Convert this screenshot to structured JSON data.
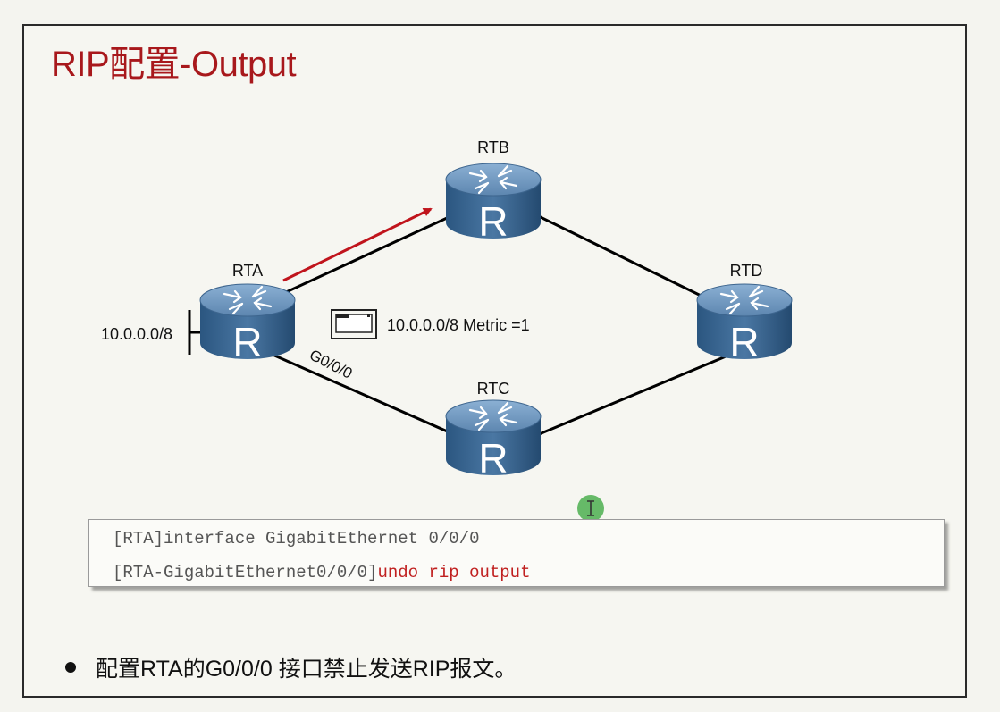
{
  "title": "RIP配置-Output",
  "routers": {
    "rta": "RTA",
    "rtb": "RTB",
    "rtc": "RTC",
    "rtd": "RTD",
    "glyph": "R"
  },
  "network_label": "10.0.0.0/8",
  "interface_label": "G0/0/0",
  "update_label": "10.0.0.0/8 Metric =1",
  "commands": [
    {
      "text": "[RTA]interface GigabitEthernet 0/0/0",
      "highlight": ""
    },
    {
      "text": "[RTA-GigabitEthernet0/0/0]",
      "highlight": "undo rip output"
    }
  ],
  "bullet": "配置RTA的G0/0/0 接口禁止发送RIP报文。",
  "colors": {
    "title": "#a8181c",
    "router_body": "#2f5b86",
    "router_top": "#6f96bd",
    "arrow": "#c0141c",
    "highlight_cmd": "#c02020",
    "cursor": "#4caf50"
  }
}
